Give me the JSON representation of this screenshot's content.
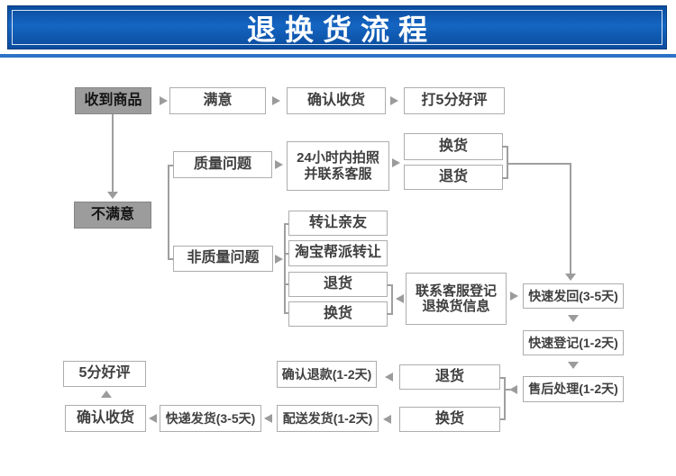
{
  "header": {
    "title": "退换货流程"
  },
  "colors": {
    "banner_blue": "#0b4c9d",
    "banner_blue_light": "#1465c2",
    "underline_blue": "#2c72c6",
    "box_border_gray": "#adadad",
    "dark_box_gray": "#9c9c9c",
    "arrow_gray": "#9b9b9b",
    "text_gray": "#404040",
    "title_white": "#ffffff"
  },
  "flow": {
    "received": "收到商品",
    "satisfied": "满意",
    "confirm_receipt_top": "确认收货",
    "five_star_top": "打5分好评",
    "unsatisfied": "不满意",
    "quality_issue": "质量问题",
    "photo_24h_line1": "24小时内拍照",
    "photo_24h_line2": "并联系客服",
    "exchange_quality": "换货",
    "return_quality": "退货",
    "non_quality_issue": "非质量问题",
    "transfer_friends": "转让亲友",
    "taobao_transfer": "淘宝帮派转让",
    "return_non_quality": "退货",
    "exchange_non_quality": "换货",
    "contact_cs_line1": "联系客服登记",
    "contact_cs_line2": "退换货信息",
    "fast_sendback": "快速发回(3-5天)",
    "fast_register": "快速登记(1-2天)",
    "aftersales": "售后处理(1-2天)",
    "return_bottom": "退货",
    "exchange_bottom": "换货",
    "confirm_refund": "确认退款(1-2天)",
    "delivery_ship": "配送发货(1-2天)",
    "express_ship": "快递发货(3-5天)",
    "confirm_receipt_bottom": "确认收货",
    "five_star_bottom": "5分好评"
  }
}
